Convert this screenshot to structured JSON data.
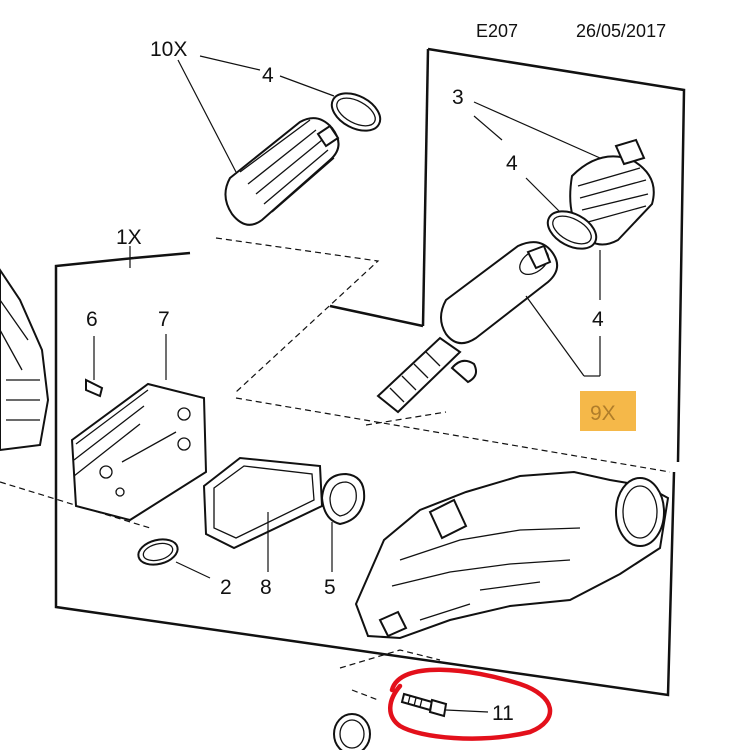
{
  "header": {
    "code": "E207",
    "date": "26/05/2017"
  },
  "callouts": {
    "c10x": "10X",
    "c4_top": "4",
    "c3": "3",
    "c4_mid": "4",
    "c4_right": "4",
    "c9x": "9X",
    "c1x": "1X",
    "c6": "6",
    "c7": "7",
    "c2": "2",
    "c8": "8",
    "c5": "5",
    "c11": "11"
  },
  "colors": {
    "line": "#111111",
    "highlight_9x": "#F5B849",
    "highlight_9x_text": "#B07D2A",
    "circle_mark": "#E3101B"
  }
}
